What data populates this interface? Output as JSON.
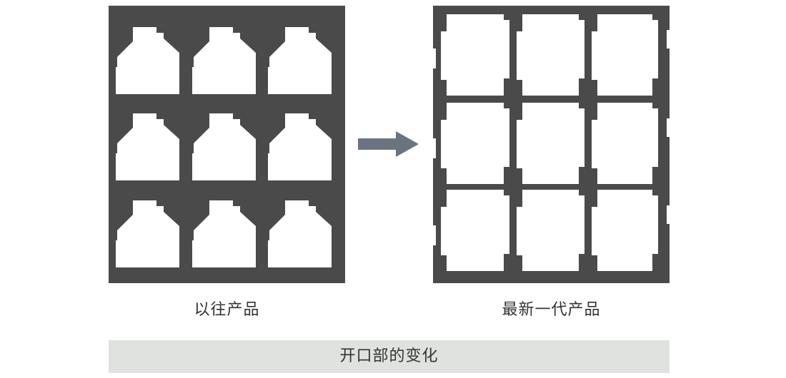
{
  "colors": {
    "panel_fill": "#4a4a4a",
    "opening_fill": "#ffffff",
    "arrow_fill": "#6a7480",
    "footer_bar": "#dfe2df",
    "text": "#333333"
  },
  "panels": {
    "left": {
      "caption": "以往产品",
      "rows": 3,
      "cols": 3,
      "opening_shape": "stepped-top-chamfered"
    },
    "right": {
      "caption": "最新一代产品",
      "rows": 3,
      "cols": 3,
      "opening_shape": "rounded-square-with-tabs"
    }
  },
  "arrow": {
    "icon": "right-arrow-icon"
  },
  "footer": {
    "label": "开口部的变化"
  }
}
